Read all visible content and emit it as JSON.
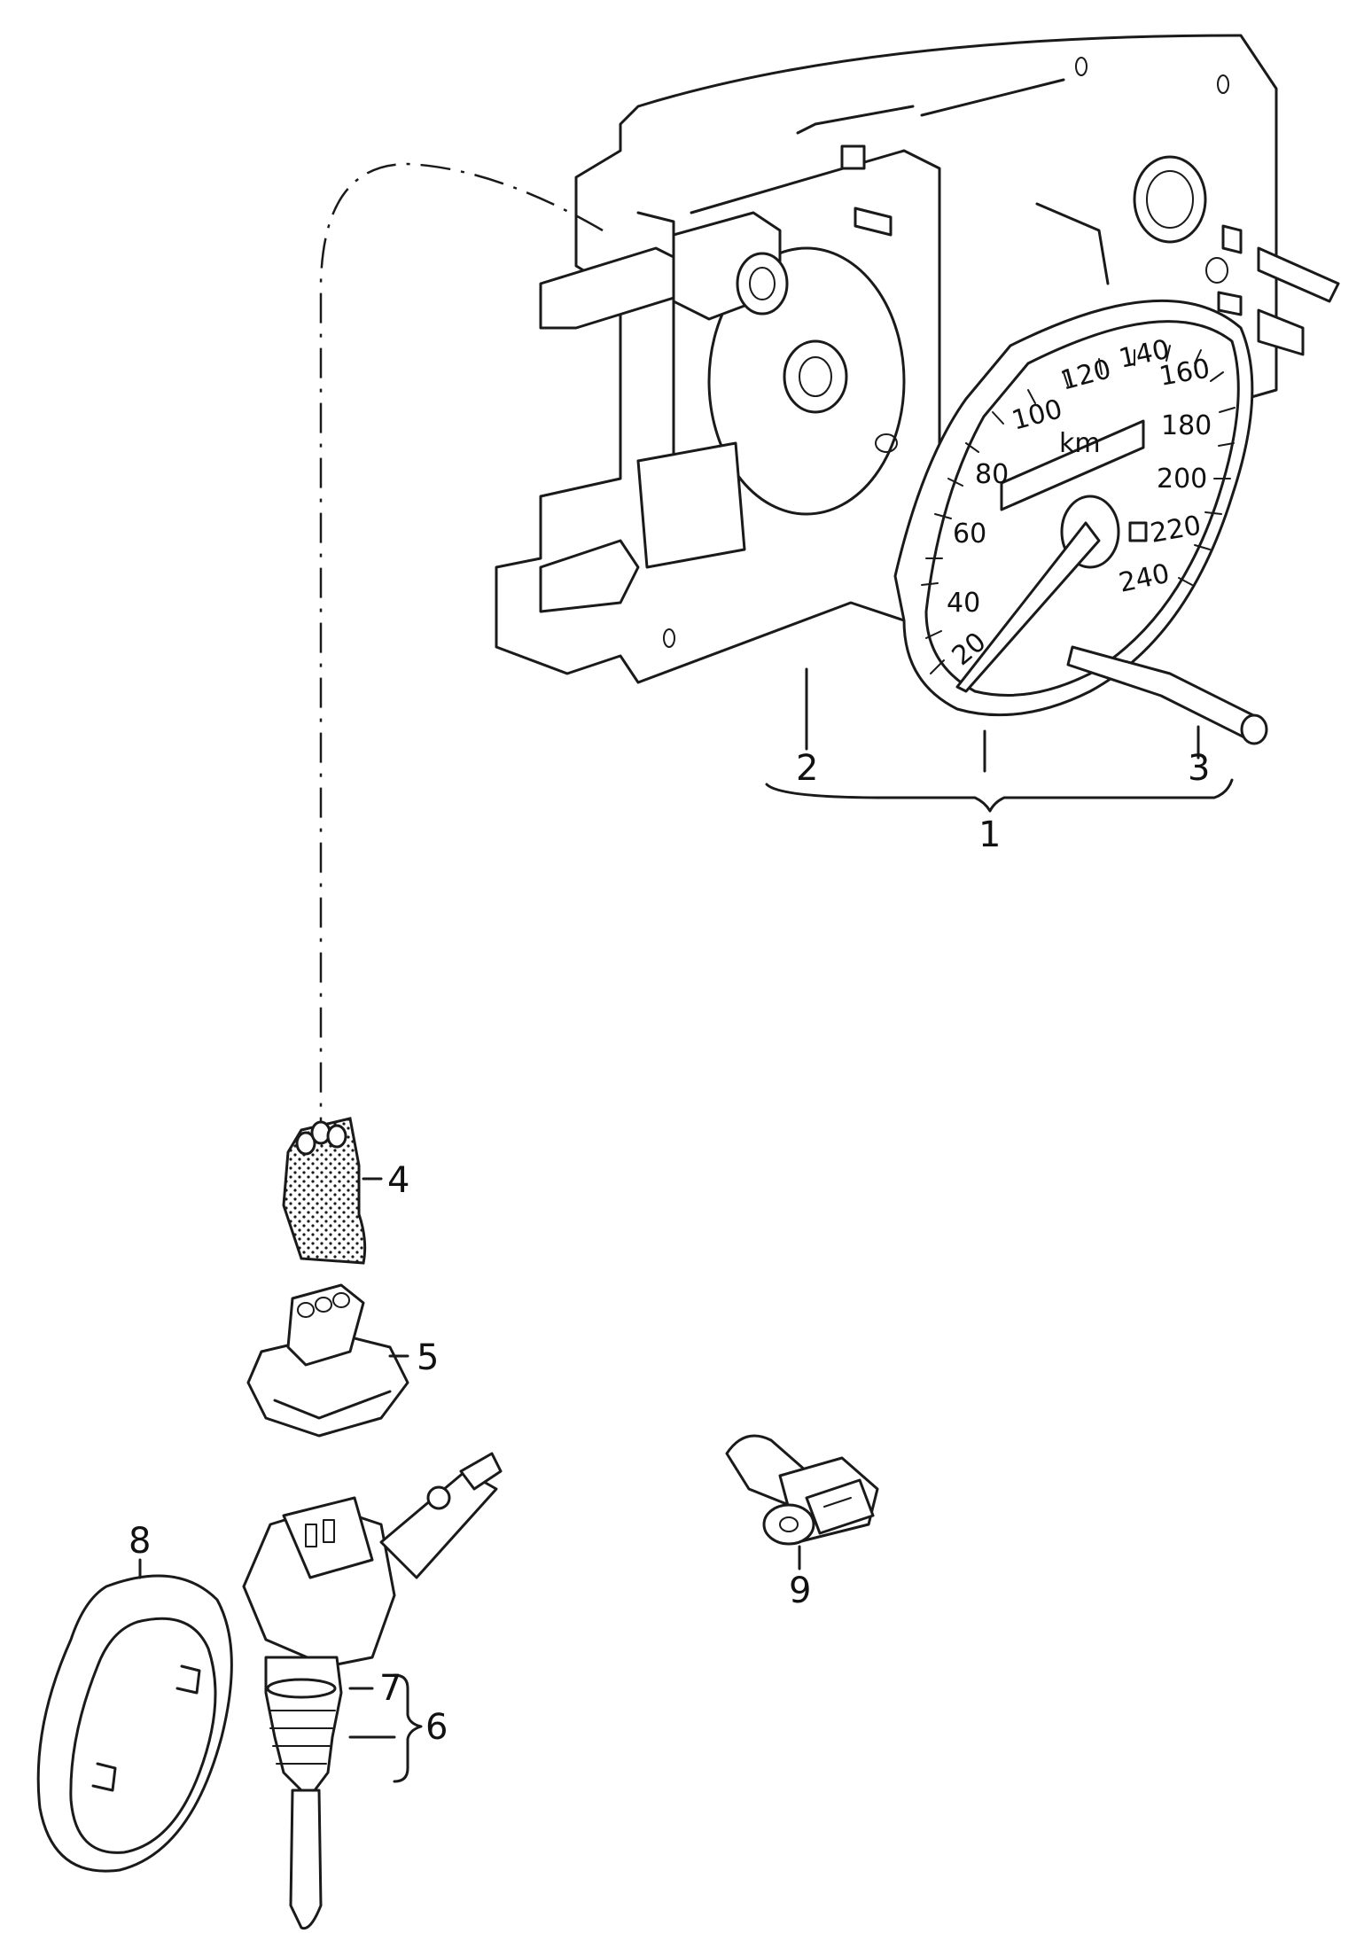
{
  "speedometer": {
    "unit": "km",
    "scale": [
      "20",
      "40",
      "60",
      "80",
      "100",
      "120",
      "140",
      "160",
      "180",
      "200",
      "220",
      "240"
    ]
  },
  "callouts": [
    "1",
    "2",
    "3",
    "4",
    "5",
    "6",
    "7",
    "8",
    "9"
  ]
}
